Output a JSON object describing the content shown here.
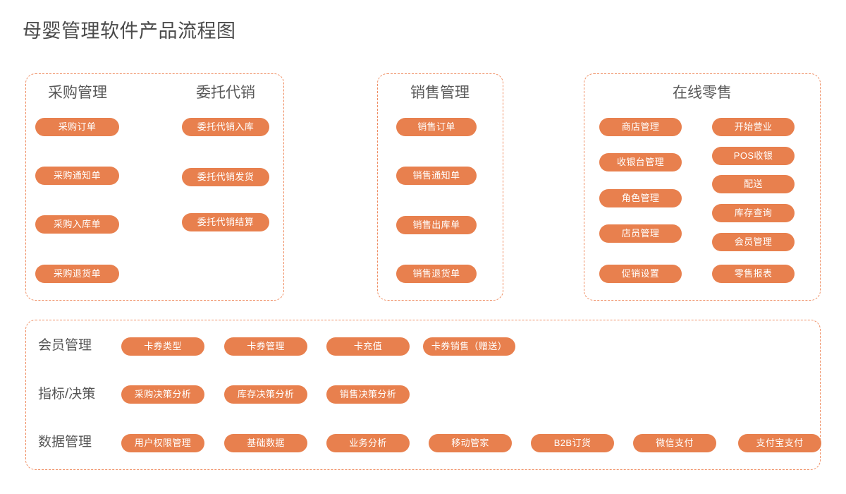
{
  "page": {
    "title": "母婴管理软件产品流程图",
    "accent_color": "#e8804e",
    "panel_border_color": "#ef8d62",
    "heading_color": "#595959",
    "background": "#ffffff"
  },
  "panels": [
    {
      "id": "procurement",
      "columns": [
        {
          "title": "采购管理",
          "items": [
            "采购订单",
            "采购通知单",
            "采购入库单",
            "采购退货单"
          ]
        },
        {
          "title": "委托代销",
          "items": [
            "委托代销入库",
            "委托代销发货",
            "委托代销结算"
          ]
        }
      ]
    },
    {
      "id": "sales",
      "columns": [
        {
          "title": "销售管理",
          "items": [
            "销售订单",
            "销售通知单",
            "销售出库单",
            "销售退货单"
          ]
        }
      ]
    },
    {
      "id": "retail",
      "title": "在线零售",
      "columns": [
        {
          "title": "",
          "items": [
            "商店管理",
            "收银台管理",
            "角色管理",
            "店员管理",
            "促销设置"
          ]
        },
        {
          "title": "",
          "items": [
            "开始营业",
            "POS收银",
            "配送",
            "库存查询",
            "会员管理",
            "零售报表"
          ]
        }
      ]
    }
  ],
  "platform": {
    "rows": [
      {
        "label": "会员管理",
        "items": [
          "卡券类型",
          "卡券管理",
          "卡充值",
          "卡券销售（赠送）"
        ]
      },
      {
        "label": "指标/决策",
        "items": [
          "采购决策分析",
          "库存决策分析",
          "销售决策分析"
        ]
      },
      {
        "label": "数据管理",
        "items": [
          "用户权限管理",
          "基础数据",
          "业务分析",
          "移动管家",
          "B2B订货",
          "微信支付",
          "支付宝支付"
        ]
      }
    ]
  }
}
